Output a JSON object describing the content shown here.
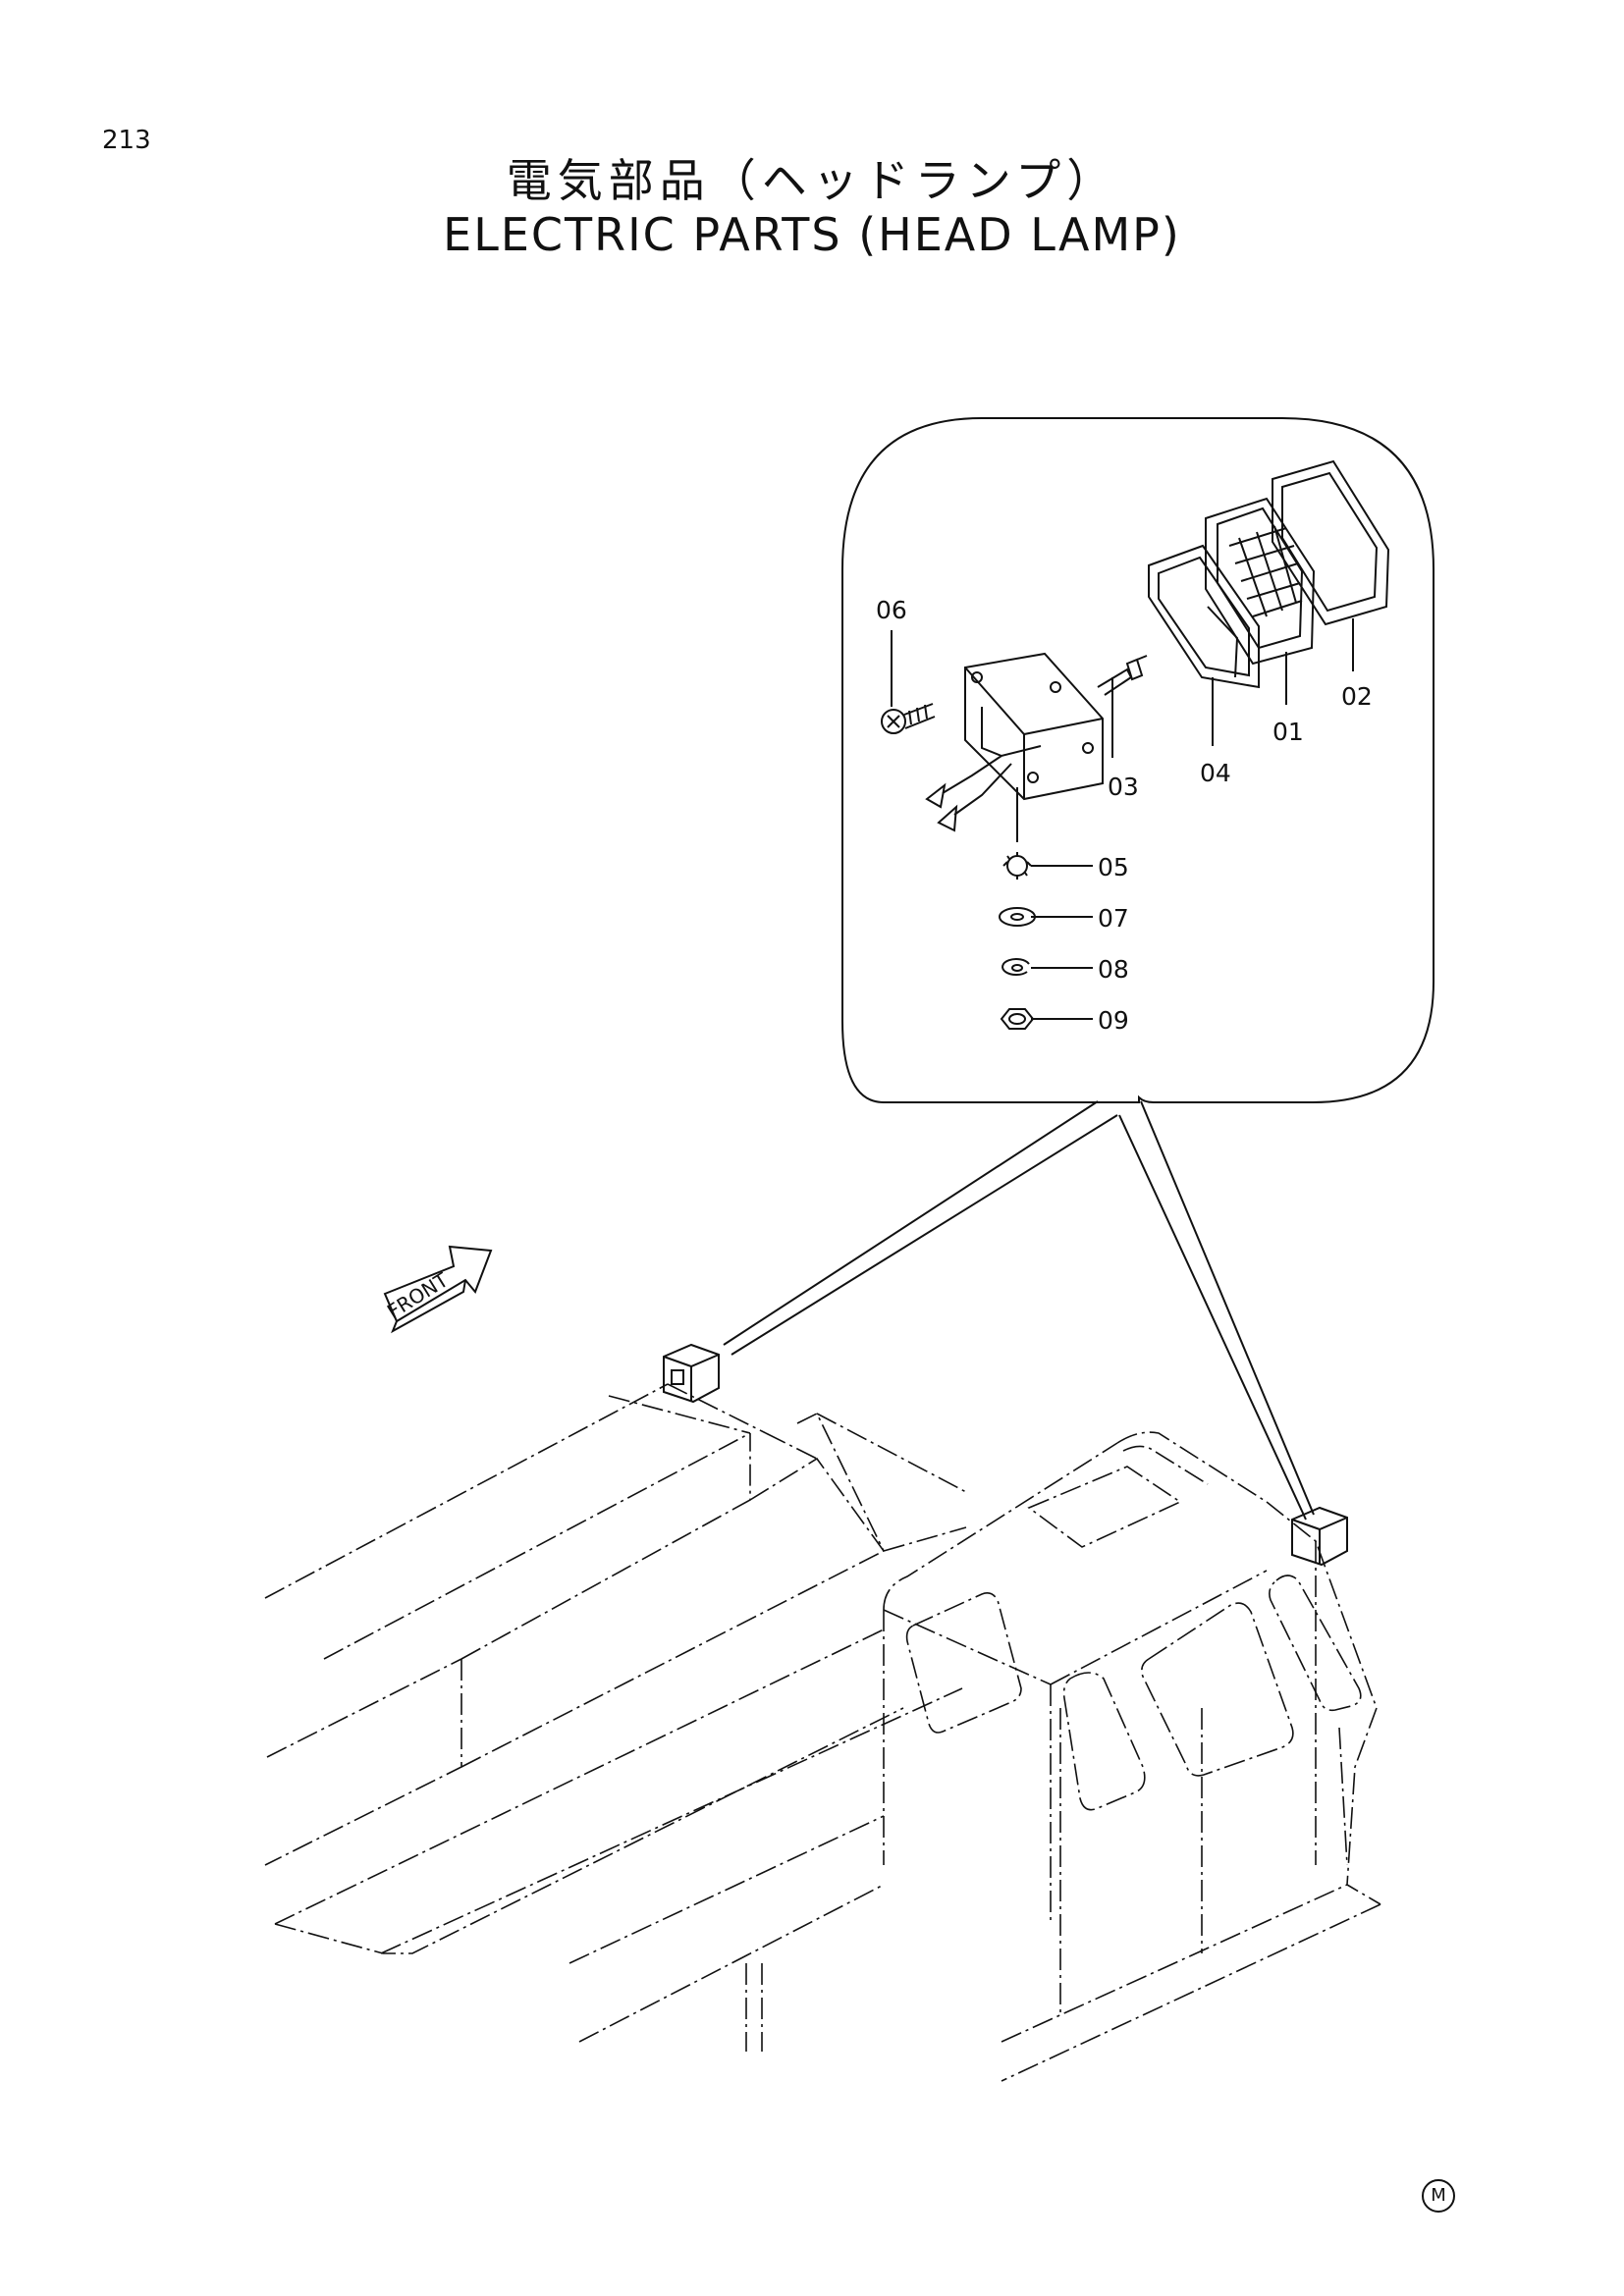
{
  "page_number": "213",
  "title_jp": "電気部品（ヘッドランプ）",
  "title_en": "ELECTRIC PARTS (HEAD LAMP)",
  "front_label": "FRONT",
  "callouts": {
    "c01": "01",
    "c02": "02",
    "c03": "03",
    "c04": "04",
    "c05": "05",
    "c06": "06",
    "c07": "07",
    "c08": "08",
    "c09": "09"
  },
  "mark": "M"
}
